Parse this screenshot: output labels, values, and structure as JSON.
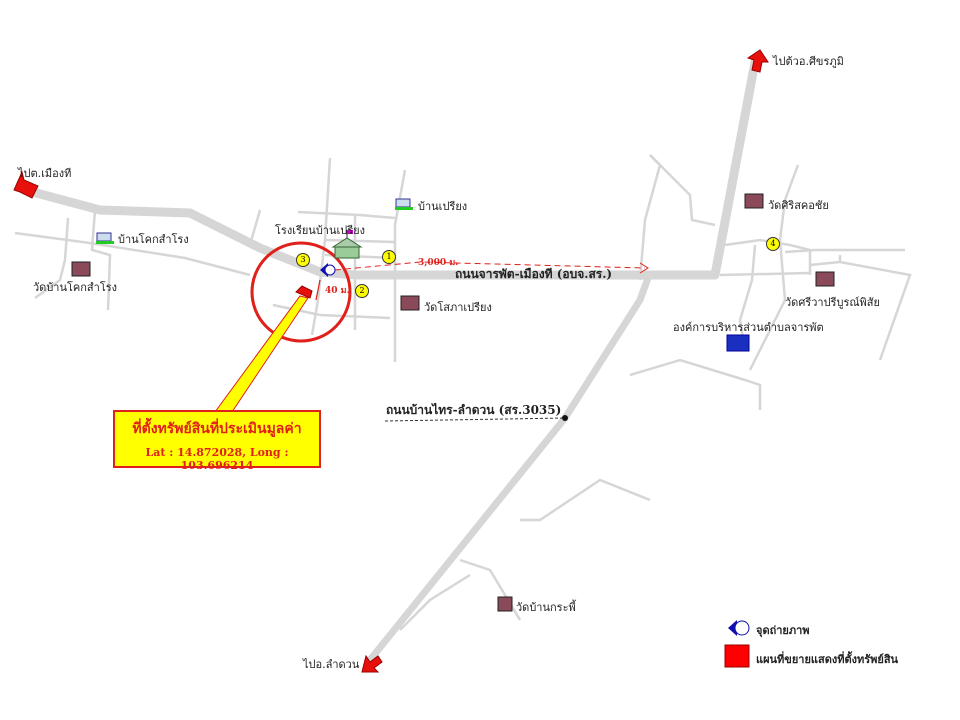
{
  "directions": {
    "to_mueang_thi": "ไปต.เมืองที",
    "to_sikhoraphum": "ไปต้วอ.ศีขรภูมิ",
    "to_lamduan": "ไปอ.ลำดวน"
  },
  "places": {
    "ban_khok_samrong": "บ้านโคกสำโรง",
    "wat_ban_khok_samrong": "วัดบ้านโคกสำโรง",
    "school_ban_priang": "โรงเรียนบ้านเปรียง",
    "ban_priang": "บ้านเปรียง",
    "wat_sopha_priang": "วัดโสภาเปรียง",
    "wat_siri_sakhot_chai": "วัดศิริสคอชัย",
    "wat_siwa_priboon_phisai": "วัดศรีวาปรีบูรณ์พิสัย",
    "sao_charaphat": "องค์การบริหารส่วนตำบลจารพัต",
    "wat_ban_kraphi": "วัดบ้านกระพี้"
  },
  "roads": {
    "main_road": "ถนนจารพัต-เมืองที (อบจ.สร.)",
    "secondary_road": "ถนนบ้านไทร-ลำดวน (สร.3035)"
  },
  "distances": {
    "to_junction": "3,000 ม.",
    "to_property": "40 ม."
  },
  "markers": [
    "1",
    "2",
    "3",
    "4"
  ],
  "callout": {
    "title": "ที่ตั้งทรัพย์สินที่ประเมินมูลค่า",
    "coords": "Lat : 14.872028, Long :  103.696214"
  },
  "legend": {
    "photo_point": "จุดถ่ายภาพ",
    "property_map": "แผนที่ขยายแสดงที่ตั้งทรัพย์สิน"
  },
  "colors": {
    "road": "#d3d3d3",
    "arrow": "#e8100c",
    "callout_bg": "#ffff00",
    "accent": "#e0201a",
    "photo_point": "#1010b0"
  }
}
